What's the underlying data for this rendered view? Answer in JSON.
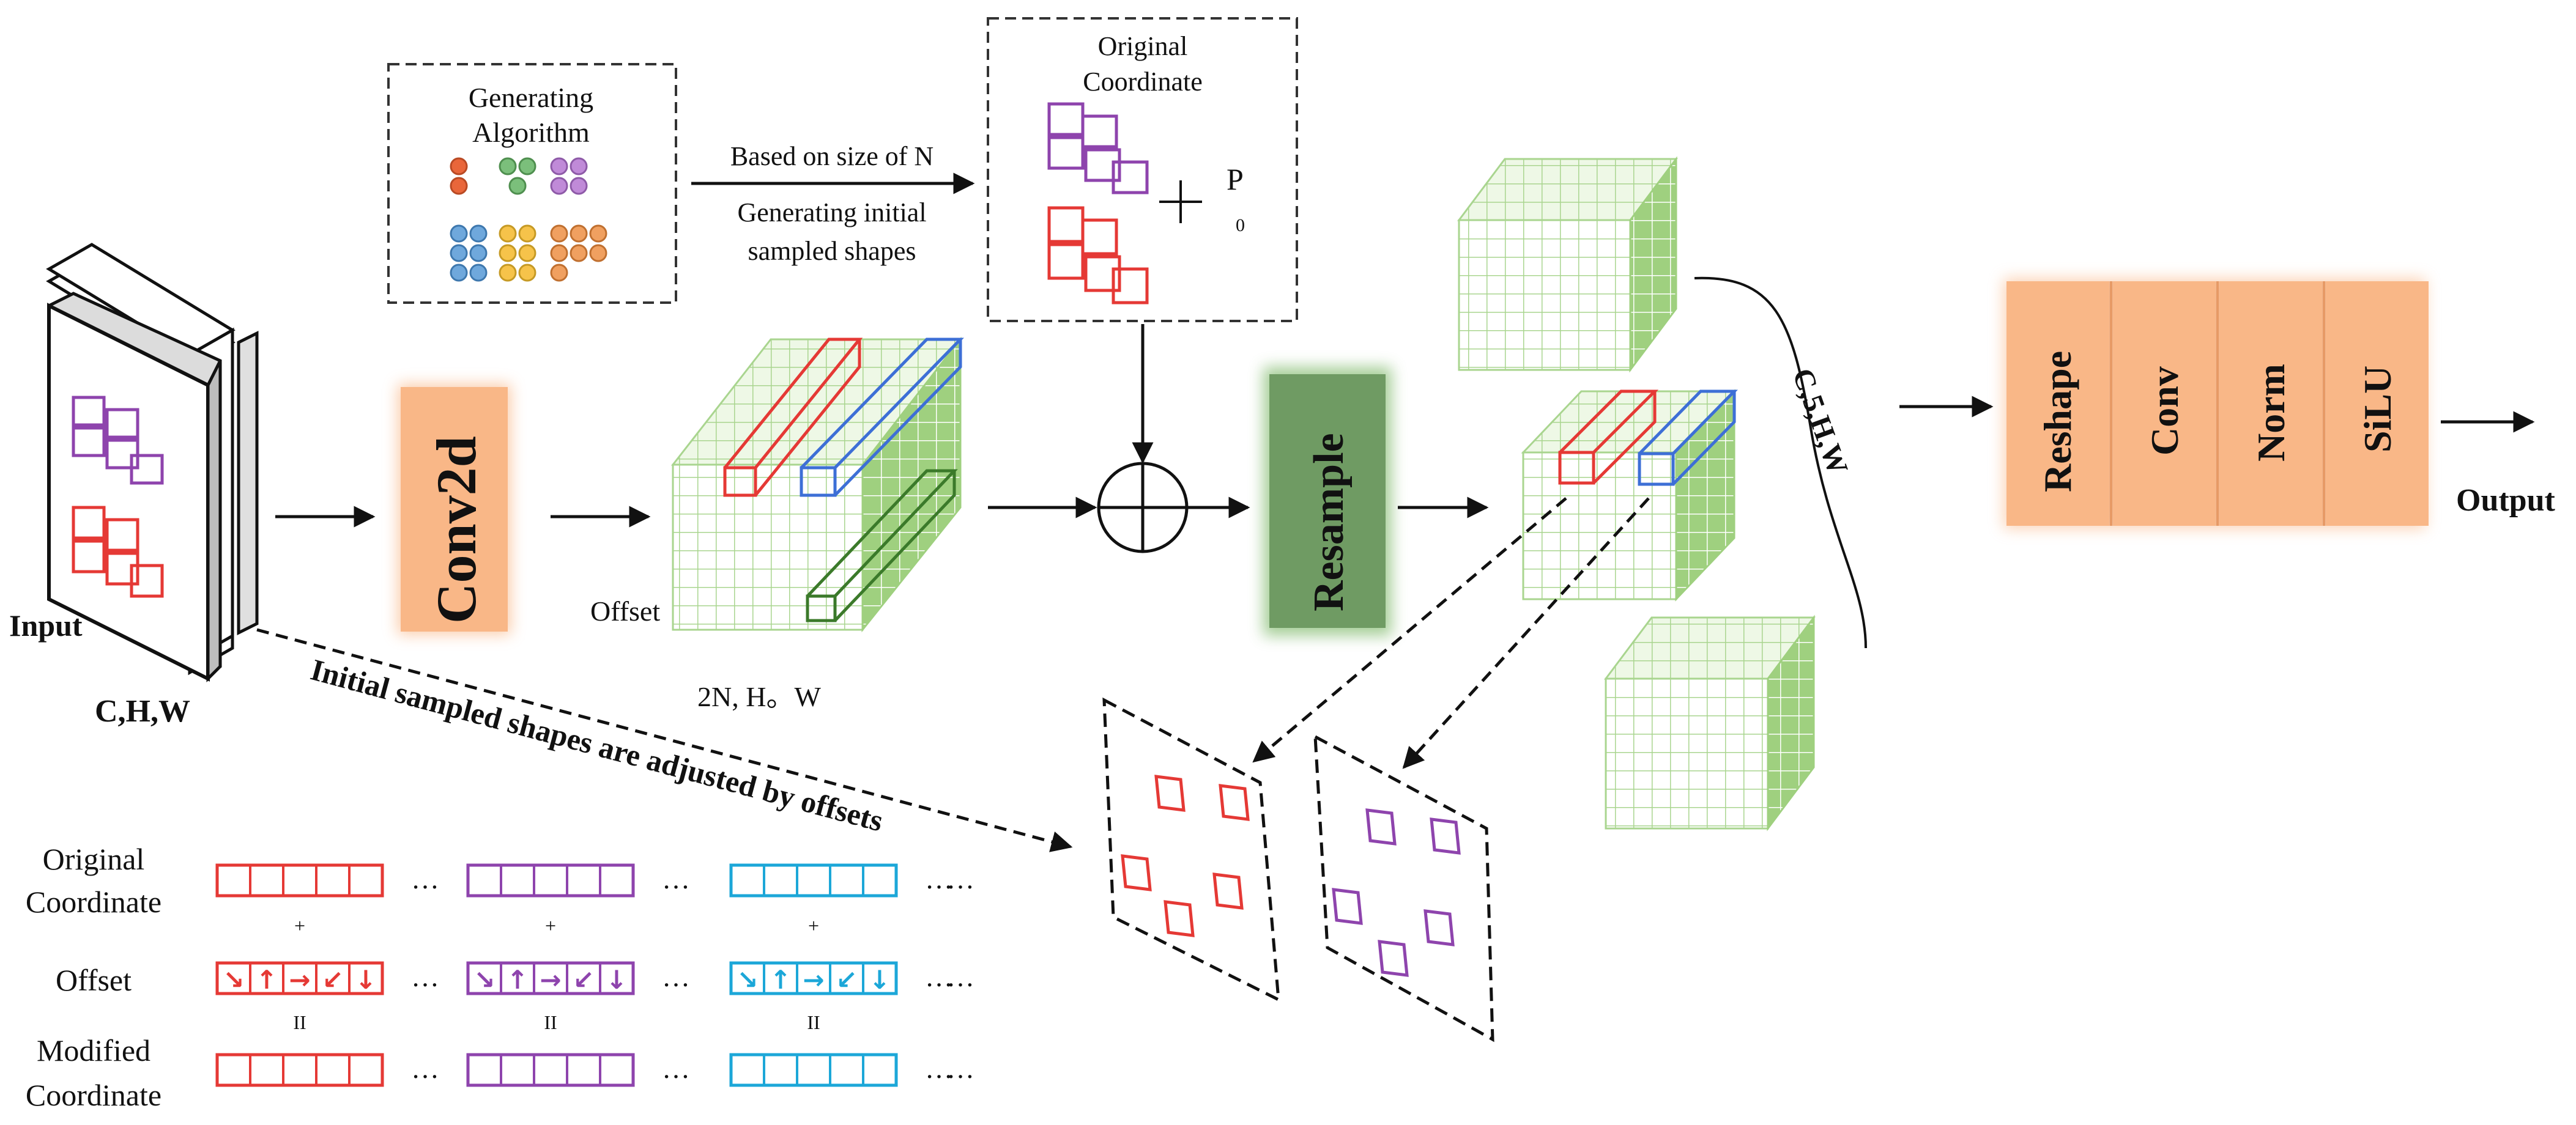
{
  "labels": {
    "input": "Input",
    "chw_in": "C,H,W",
    "conv2d": "Conv2d",
    "offset": "Offset",
    "offset_dims": "2N,  H。W",
    "gen_algo_1": "Generating",
    "gen_algo_2": "Algorithm",
    "based_on": "Based on size of N",
    "gen_initial_1": "Generating initial",
    "gen_initial_2": "sampled shapes",
    "orig_coord_1": "Original",
    "orig_coord_2": "Coordinate",
    "p": "P",
    "p_sub": "0",
    "resample": "Resample",
    "c5hw": "C,5,H,W",
    "reshape": "Reshape",
    "conv": "Conv",
    "norm": "Norm",
    "silu": "SiLU",
    "output": "Output",
    "adjusted": "Initial sampled shapes are adjusted by offsets"
  },
  "table": {
    "row_original_1": "Original",
    "row_original_2": "Coordinate",
    "row_offset": "Offset",
    "row_modified_1": "Modified",
    "row_modified_2": "Coordinate",
    "plus": "+",
    "equals": "II",
    "ellipsis": "…",
    "arrows": [
      "↘",
      "↑",
      "→",
      "↙",
      "↓"
    ]
  },
  "colors": {
    "red": "#e53935",
    "purple": "#8e44ad",
    "cyan": "#1ca7d8",
    "orange_box": "#f9b787",
    "green_box": "#6f9b63",
    "green_grid": "#a9d58f",
    "blue": "#3d6fd6",
    "dark_green": "#3b7a2a",
    "dot_red": "#e9663a",
    "dot_green": "#7bbf7b",
    "dot_purple": "#c08ad8",
    "dot_blue": "#6fa8dc",
    "dot_yellow": "#f6c34a",
    "dot_orange": "#f0a060"
  }
}
